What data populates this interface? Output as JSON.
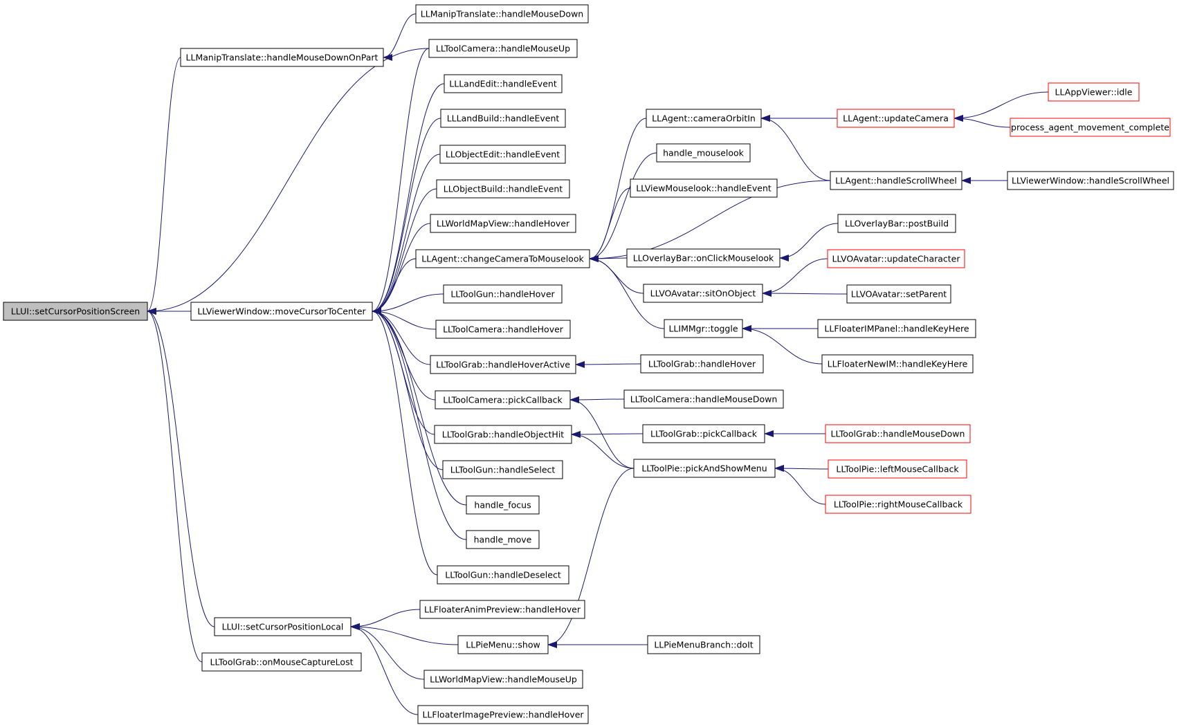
{
  "colors": {
    "edge": "#191970",
    "border_default": "#000000",
    "border_truncated": "#ff0000",
    "focus_fill": "#bfbfbf",
    "node_fill": "#ffffff"
  },
  "nodes": [
    {
      "id": "n1",
      "label": "LLUI::setCursorPositionScreen",
      "style": "focus"
    },
    {
      "id": "n2",
      "label": "LLManipTranslate::handleMouseDownOnPart",
      "style": "normal"
    },
    {
      "id": "n3",
      "label": "LLManipTranslate::handleMouseDown",
      "style": "normal"
    },
    {
      "id": "n4",
      "label": "LLViewerWindow::moveCursorToCenter",
      "style": "normal"
    },
    {
      "id": "n5",
      "label": "LLToolCamera::handleMouseUp",
      "style": "normal"
    },
    {
      "id": "n6",
      "label": "LLLandEdit::handleEvent",
      "style": "normal"
    },
    {
      "id": "n7",
      "label": "LLLandBuild::handleEvent",
      "style": "normal"
    },
    {
      "id": "n8",
      "label": "LLObjectEdit::handleEvent",
      "style": "normal"
    },
    {
      "id": "n9",
      "label": "LLObjectBuild::handleEvent",
      "style": "normal"
    },
    {
      "id": "n10",
      "label": "LLWorldMapView::handleHover",
      "style": "normal"
    },
    {
      "id": "n11",
      "label": "LLAgent::changeCameraToMouselook",
      "style": "normal"
    },
    {
      "id": "n12",
      "label": "LLToolGun::handleHover",
      "style": "normal"
    },
    {
      "id": "n13",
      "label": "LLToolCamera::handleHover",
      "style": "normal"
    },
    {
      "id": "n14",
      "label": "LLToolGrab::handleHoverActive",
      "style": "normal"
    },
    {
      "id": "n15",
      "label": "LLToolCamera::pickCallback",
      "style": "normal"
    },
    {
      "id": "n16",
      "label": "LLToolGrab::handleObjectHit",
      "style": "normal"
    },
    {
      "id": "n17",
      "label": "LLToolGun::handleSelect",
      "style": "normal"
    },
    {
      "id": "n18",
      "label": "handle_focus",
      "style": "normal"
    },
    {
      "id": "n19",
      "label": "handle_move",
      "style": "normal"
    },
    {
      "id": "n20",
      "label": "LLToolGun::handleDeselect",
      "style": "normal"
    },
    {
      "id": "n21",
      "label": "LLUI::setCursorPositionLocal",
      "style": "normal"
    },
    {
      "id": "n22",
      "label": "LLToolGrab::onMouseCaptureLost",
      "style": "normal"
    },
    {
      "id": "n23",
      "label": "LLFloaterAnimPreview::handleHover",
      "style": "normal"
    },
    {
      "id": "n24",
      "label": "LLPieMenu::show",
      "style": "normal"
    },
    {
      "id": "n25",
      "label": "LLWorldMapView::handleMouseUp",
      "style": "normal"
    },
    {
      "id": "n26",
      "label": "LLFloaterImagePreview::handleHover",
      "style": "normal"
    },
    {
      "id": "n27",
      "label": "LLAgent::cameraOrbitIn",
      "style": "normal"
    },
    {
      "id": "n28",
      "label": "handle_mouselook",
      "style": "normal"
    },
    {
      "id": "n29",
      "label": "LLViewMouselook::handleEvent",
      "style": "normal"
    },
    {
      "id": "n30",
      "label": "LLOverlayBar::onClickMouselook",
      "style": "normal"
    },
    {
      "id": "n31",
      "label": "LLVOAvatar::sitOnObject",
      "style": "normal"
    },
    {
      "id": "n32",
      "label": "LLIMMgr::toggle",
      "style": "normal"
    },
    {
      "id": "n33",
      "label": "LLToolGrab::handleHover",
      "style": "normal"
    },
    {
      "id": "n34",
      "label": "LLToolCamera::handleMouseDown",
      "style": "normal"
    },
    {
      "id": "n35",
      "label": "LLToolGrab::pickCallback",
      "style": "normal"
    },
    {
      "id": "n36",
      "label": "LLToolPie::pickAndShowMenu",
      "style": "normal"
    },
    {
      "id": "n37",
      "label": "LLPieMenuBranch::doIt",
      "style": "normal"
    },
    {
      "id": "n38",
      "label": "LLAgent::updateCamera",
      "style": "truncated"
    },
    {
      "id": "n39",
      "label": "LLAgent::handleScrollWheel",
      "style": "normal"
    },
    {
      "id": "n40",
      "label": "LLOverlayBar::postBuild",
      "style": "normal"
    },
    {
      "id": "n41",
      "label": "LLVOAvatar::updateCharacter",
      "style": "truncated"
    },
    {
      "id": "n42",
      "label": "LLVOAvatar::setParent",
      "style": "normal"
    },
    {
      "id": "n43",
      "label": "LLFloaterIMPanel::handleKeyHere",
      "style": "normal"
    },
    {
      "id": "n44",
      "label": "LLFloaterNewIM::handleKeyHere",
      "style": "normal"
    },
    {
      "id": "n45",
      "label": "LLToolGrab::handleMouseDown",
      "style": "truncated"
    },
    {
      "id": "n46",
      "label": "LLToolPie::leftMouseCallback",
      "style": "truncated"
    },
    {
      "id": "n47",
      "label": "LLToolPie::rightMouseCallback",
      "style": "truncated"
    },
    {
      "id": "n48",
      "label": "LLAppViewer::idle",
      "style": "truncated"
    },
    {
      "id": "n49",
      "label": "process_agent_movement_complete",
      "style": "truncated"
    },
    {
      "id": "n50",
      "label": "LLViewerWindow::handleScrollWheel",
      "style": "normal"
    }
  ],
  "edges": [
    [
      "n2",
      "n1"
    ],
    [
      "n4",
      "n1"
    ],
    [
      "n5",
      "n1"
    ],
    [
      "n21",
      "n1"
    ],
    [
      "n22",
      "n1"
    ],
    [
      "n3",
      "n2"
    ],
    [
      "n5",
      "n4"
    ],
    [
      "n6",
      "n4"
    ],
    [
      "n7",
      "n4"
    ],
    [
      "n8",
      "n4"
    ],
    [
      "n9",
      "n4"
    ],
    [
      "n10",
      "n4"
    ],
    [
      "n11",
      "n4"
    ],
    [
      "n12",
      "n4"
    ],
    [
      "n13",
      "n4"
    ],
    [
      "n14",
      "n4"
    ],
    [
      "n15",
      "n4"
    ],
    [
      "n16",
      "n4"
    ],
    [
      "n17",
      "n4"
    ],
    [
      "n18",
      "n4"
    ],
    [
      "n19",
      "n4"
    ],
    [
      "n20",
      "n4"
    ],
    [
      "n23",
      "n21"
    ],
    [
      "n24",
      "n21"
    ],
    [
      "n25",
      "n21"
    ],
    [
      "n26",
      "n21"
    ],
    [
      "n27",
      "n11"
    ],
    [
      "n28",
      "n11"
    ],
    [
      "n29",
      "n11"
    ],
    [
      "n30",
      "n11"
    ],
    [
      "n31",
      "n11"
    ],
    [
      "n32",
      "n11"
    ],
    [
      "n39",
      "n11"
    ],
    [
      "n33",
      "n14"
    ],
    [
      "n34",
      "n15"
    ],
    [
      "n36",
      "n15"
    ],
    [
      "n35",
      "n16"
    ],
    [
      "n36",
      "n16"
    ],
    [
      "n36",
      "n24"
    ],
    [
      "n37",
      "n24"
    ],
    [
      "n38",
      "n27"
    ],
    [
      "n39",
      "n27"
    ],
    [
      "n48",
      "n38"
    ],
    [
      "n49",
      "n38"
    ],
    [
      "n50",
      "n39"
    ],
    [
      "n40",
      "n30"
    ],
    [
      "n41",
      "n31"
    ],
    [
      "n42",
      "n31"
    ],
    [
      "n43",
      "n32"
    ],
    [
      "n44",
      "n32"
    ],
    [
      "n45",
      "n35"
    ],
    [
      "n46",
      "n36"
    ],
    [
      "n47",
      "n36"
    ]
  ]
}
